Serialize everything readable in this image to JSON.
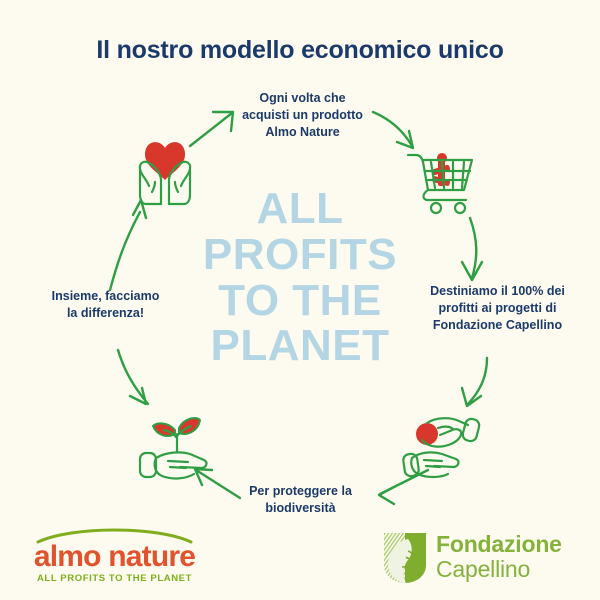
{
  "page": {
    "title": "Il nostro modello economico unico",
    "background_color": "#fdfbef",
    "navy": "#1b3a6b",
    "green": "#2f9e44",
    "red": "#d8372b",
    "light_blue": "#b4d5e4"
  },
  "center_slogan": {
    "line1": "ALL",
    "line2": "PROFITS",
    "line3": "TO THE",
    "line4": "PLANET"
  },
  "cycle": {
    "steps": [
      {
        "id": "purchase",
        "label_line1": "Ogni volta che",
        "label_line2": "acquisti un prodotto",
        "label_line3": "Almo Nature",
        "icon": "shopping-cart-icon"
      },
      {
        "id": "profits",
        "label_line1": "Destiniamo il 100% dei",
        "label_line2": "profitti ai progetti di",
        "label_line3": "Fondazione Capellino",
        "icon": "hand-giving-icon"
      },
      {
        "id": "biodiversity",
        "label_line1": "Per proteggere la",
        "label_line2": "biodiversità",
        "label_line3": "",
        "icon": "hand-sprout-icon"
      },
      {
        "id": "difference",
        "label_line1": "Insieme, facciamo",
        "label_line2": "la differenza!",
        "label_line3": "",
        "icon": "hands-heart-icon"
      }
    ]
  },
  "logos": {
    "almo_nature": {
      "wordmark": "almo nature",
      "tagline": "ALL PROFITS TO THE PLANET",
      "wordmark_color": "#e2522c",
      "tagline_color": "#7fad1e"
    },
    "fondazione_capellino": {
      "line1": "Fondazione",
      "line2": "Capellino",
      "color": "#84b23a"
    }
  }
}
